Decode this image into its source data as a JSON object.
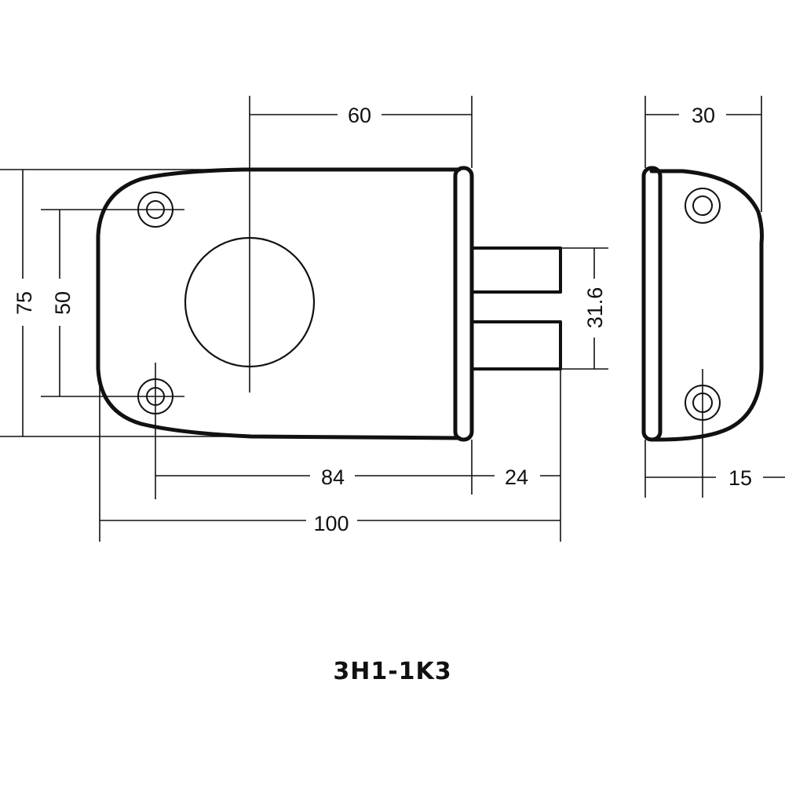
{
  "model_code": "3H1-1K3",
  "dimensions": {
    "width_front_to_center": "60",
    "depth_side": "30",
    "height_total": "75",
    "hole_spacing": "50",
    "bolt_height": "31.6",
    "hole_to_faceplate": "84",
    "bolt_projection": "24",
    "total_width": "100",
    "side_depth_half": "15"
  }
}
